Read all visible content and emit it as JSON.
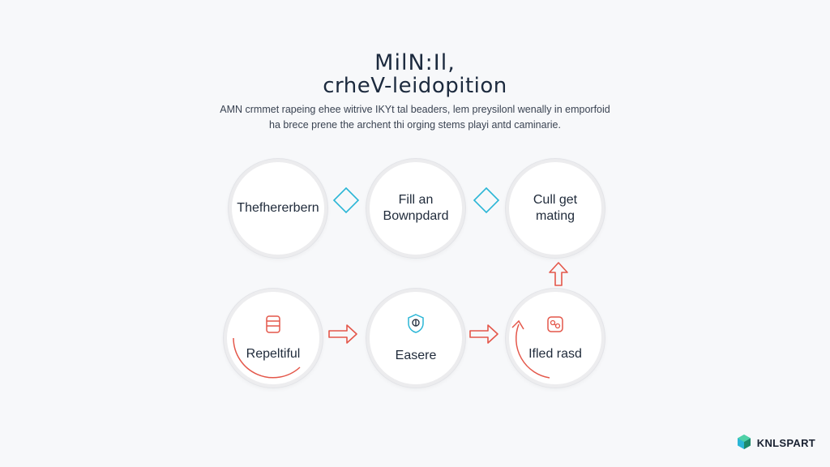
{
  "header": {
    "title_line1": "MilN:Il,",
    "title_line2": "crheV-leidopition",
    "subtitle_line1": "AMN crmmet rapeing ehee witrive IKYt tal beaders, lem preysilonl wenally in emporfoid",
    "subtitle_line2": "ha brece prene the archent thi orging stems playi antd caminarie."
  },
  "nodes": [
    {
      "id": "n1",
      "line1": "Thefhererbern",
      "line2": "",
      "icon": ""
    },
    {
      "id": "n2",
      "line1": "Fill an",
      "line2": "Bownpdard",
      "icon": ""
    },
    {
      "id": "n3",
      "line1": "Cull get",
      "line2": "mating",
      "icon": ""
    },
    {
      "id": "n4",
      "line1": "Repeltiful",
      "line2": "",
      "icon": "database-icon"
    },
    {
      "id": "n5",
      "line1": "Easere",
      "line2": "",
      "icon": "shield-icon"
    },
    {
      "id": "n6",
      "line1": "Ifled rasd",
      "line2": "",
      "icon": "network-icon"
    }
  ],
  "colors": {
    "accent_teal": "#2bb6d6",
    "accent_red": "#e4574a",
    "ring": "#ececee",
    "title": "#1c2a3e"
  },
  "brand": {
    "name": "KNLSPART",
    "logo_icon": "cube-logo-icon"
  }
}
